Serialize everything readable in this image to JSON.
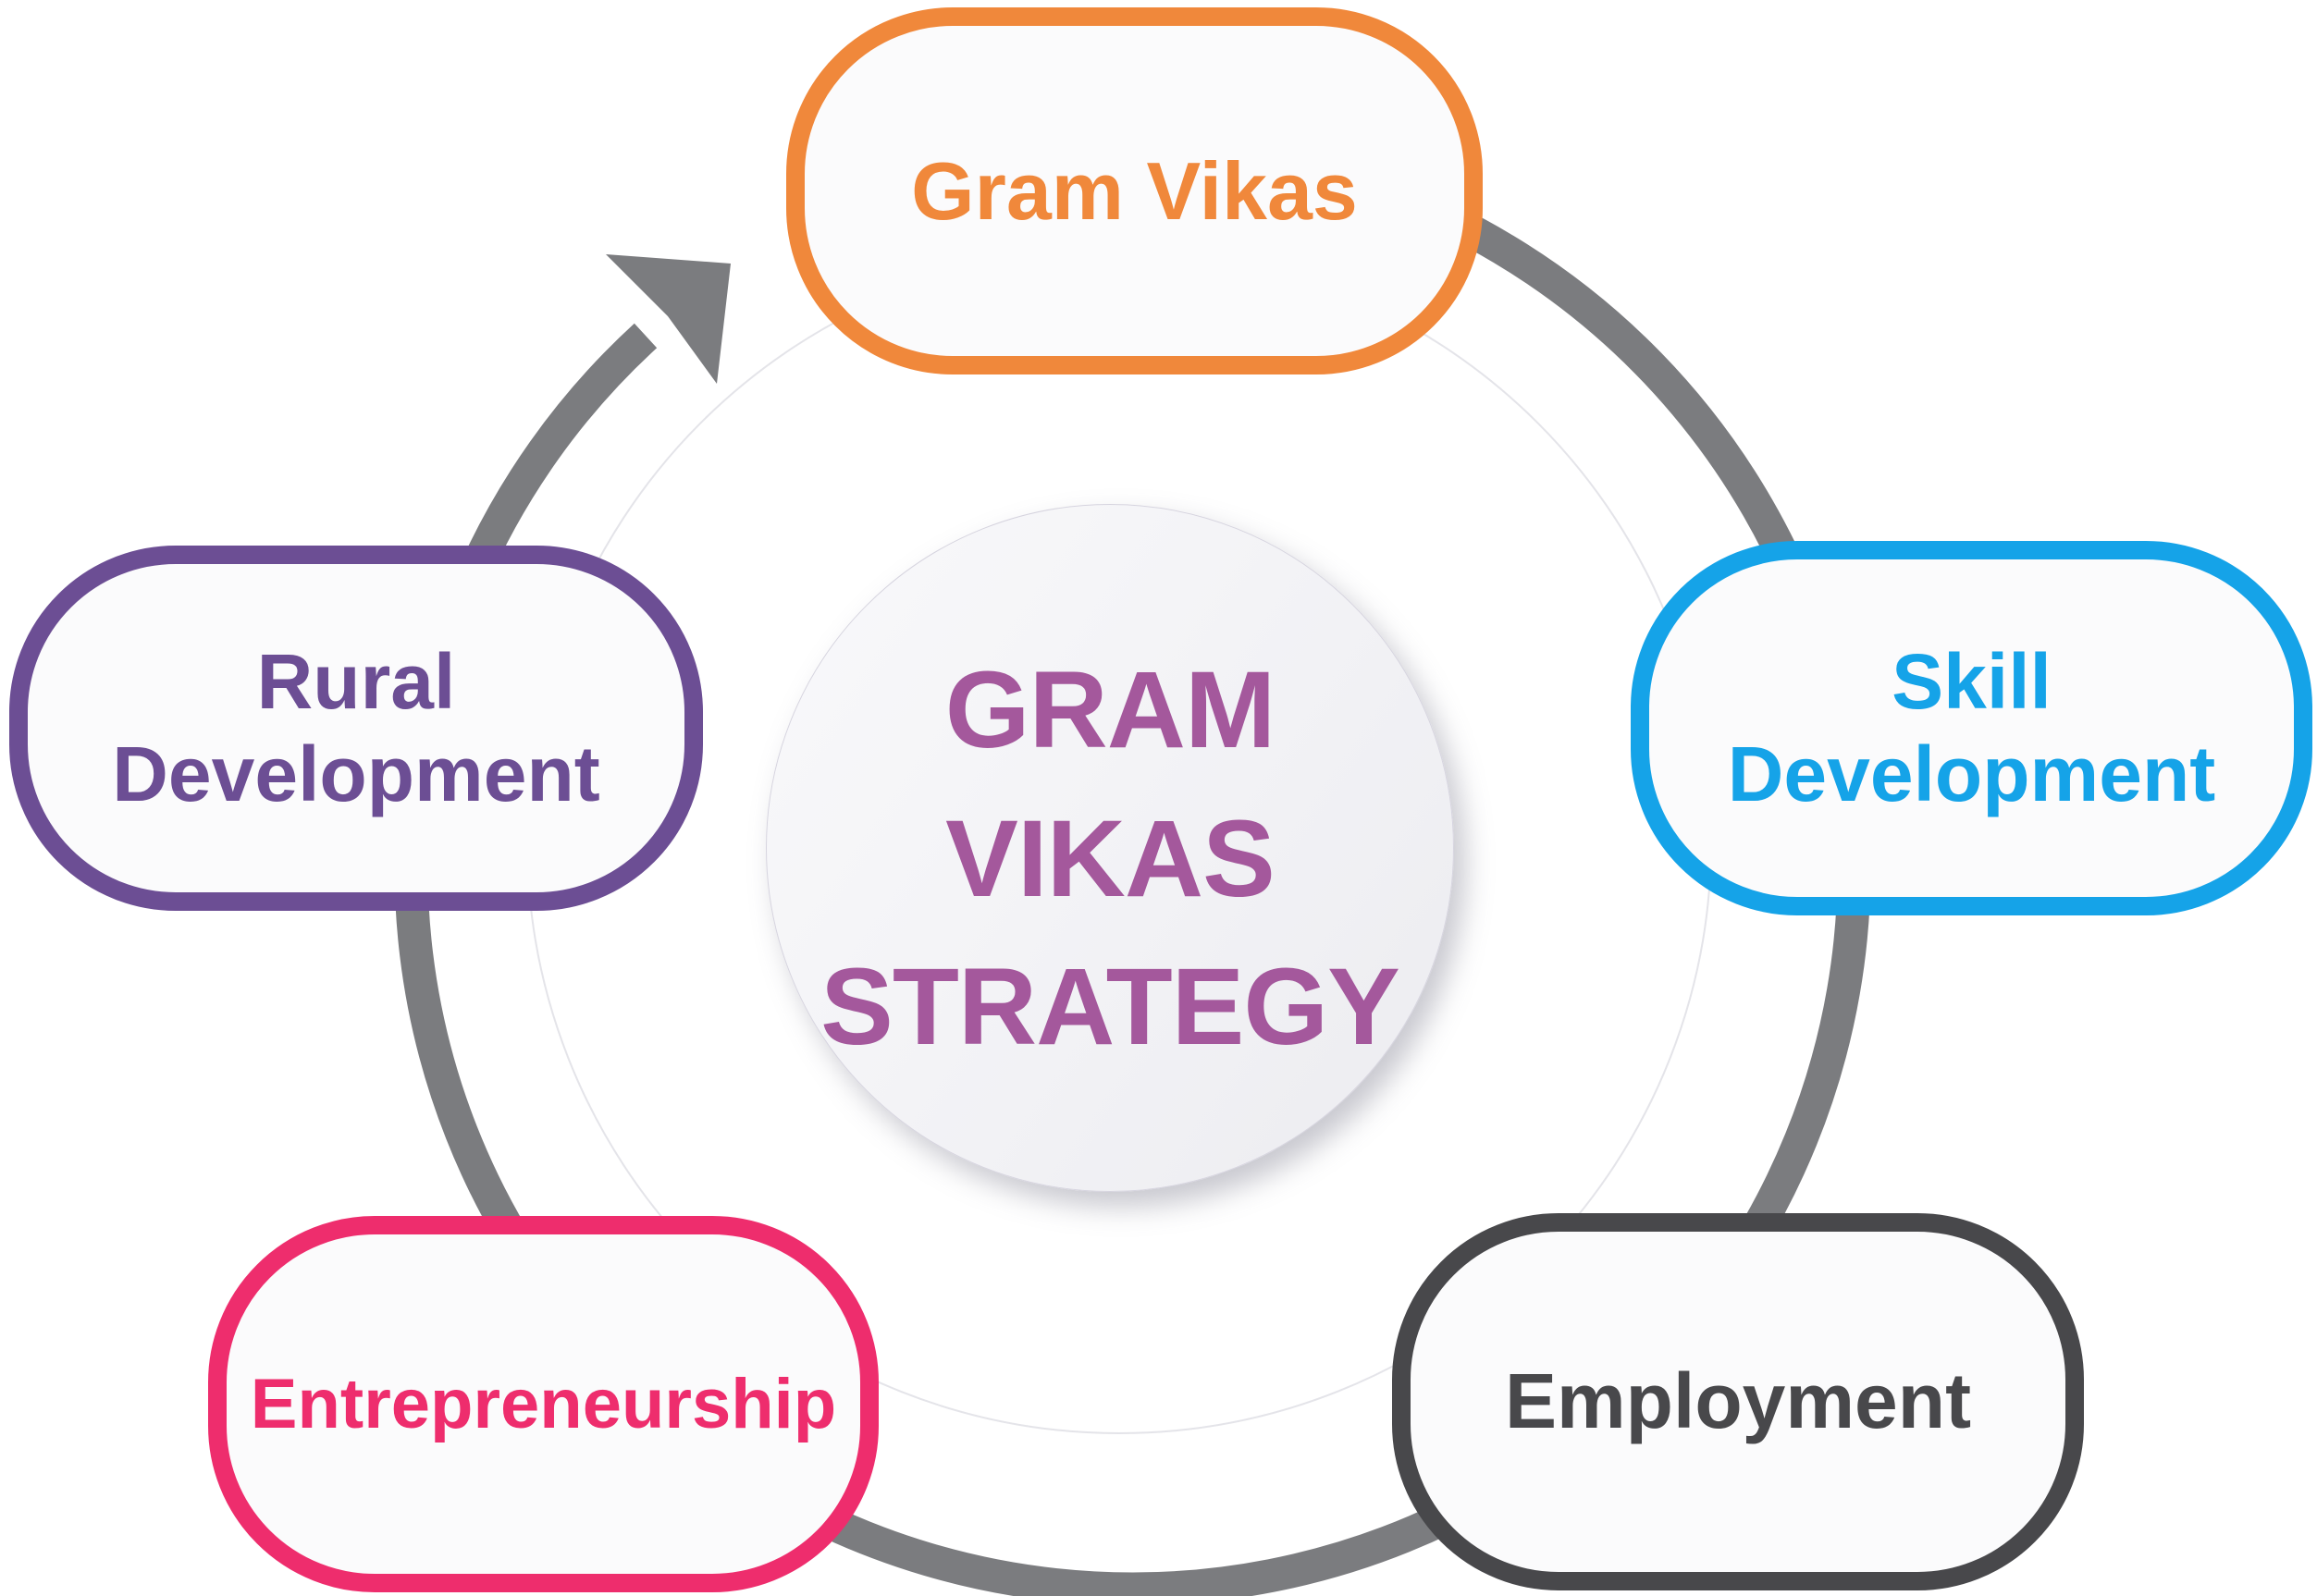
{
  "title": {
    "line1": "GRAM VIKAS",
    "line2": "STRATEGY",
    "color": "#A4589C"
  },
  "ring": {
    "color": "#7B7C7F"
  },
  "nodes": [
    {
      "id": "gram-vikas",
      "lines": [
        "Gram Vikas"
      ],
      "color": "#F0883B"
    },
    {
      "id": "skill-development",
      "lines": [
        "Skill",
        "Development"
      ],
      "color": "#15A3E8"
    },
    {
      "id": "employment",
      "lines": [
        "Employment"
      ],
      "color": "#48484B"
    },
    {
      "id": "entrepreneurship",
      "lines": [
        "Entrepreneurship"
      ],
      "color": "#EE2D6D"
    },
    {
      "id": "rural-development",
      "lines": [
        "Rural",
        "Development"
      ],
      "color": "#6C4E94"
    }
  ]
}
